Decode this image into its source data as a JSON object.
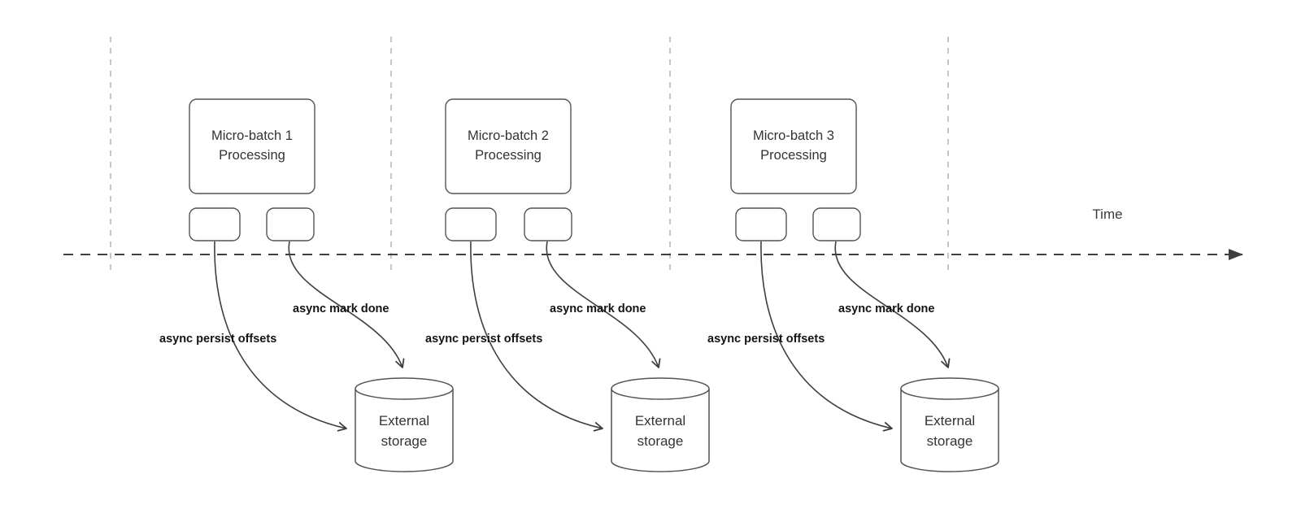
{
  "diagram": {
    "time_label": "Time",
    "batches": [
      {
        "title": "Micro-batch 1\nProcessing",
        "persist_label": "async persist offsets",
        "mark_done_label": "async mark done",
        "storage_label": "External\nstorage"
      },
      {
        "title": "Micro-batch 2\nProcessing",
        "persist_label": "async persist offsets",
        "mark_done_label": "async mark done",
        "storage_label": "External\nstorage"
      },
      {
        "title": "Micro-batch 3\nProcessing",
        "persist_label": "async persist offsets",
        "mark_done_label": "async mark done",
        "storage_label": "External\nstorage"
      }
    ],
    "colors": {
      "stroke": "#3f3f3f",
      "grid_line": "#b3b3b3",
      "box_border": "#545454",
      "text": "#333333",
      "label_text": "#141414"
    }
  }
}
